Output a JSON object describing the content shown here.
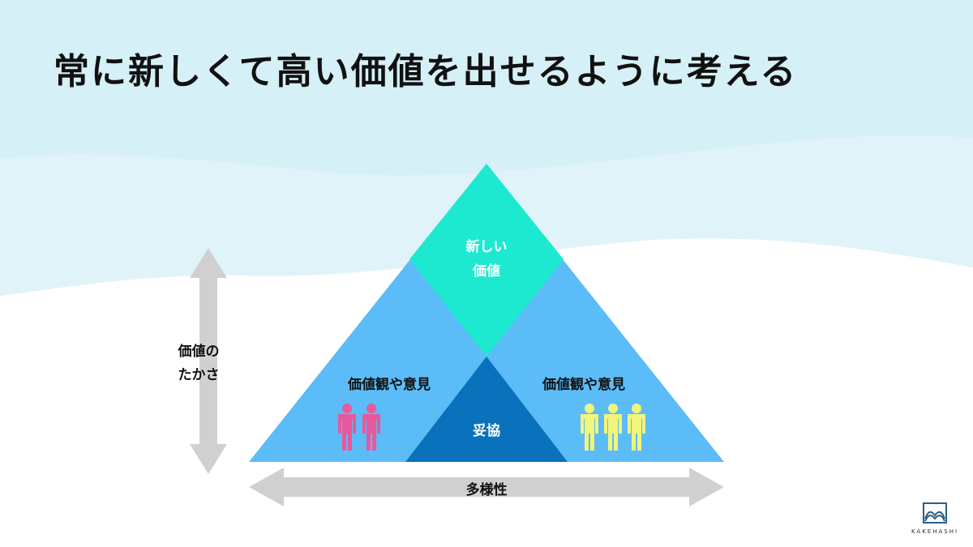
{
  "title": "常に新しくて高い価値を出せるように考える",
  "diagram": {
    "apex_label": "新しい\n価値",
    "left_label": "価値観や意見",
    "right_label": "価値観や意見",
    "center_label": "妥協",
    "vertical_axis_label": "価値の\nたかさ",
    "horizontal_axis_label": "多様性",
    "left_group_people": 2,
    "right_group_people": 3
  },
  "colors": {
    "triangle_side": "#5bbcf7",
    "apex_diamond": "#1de9d1",
    "center_triangle": "#0a72bd",
    "arrow": "#d0d0d0",
    "left_people": "#e8589c",
    "right_people": "#f1f57a",
    "logo": "#2b5f86"
  },
  "logo": {
    "text": "KAKEHASHI"
  }
}
